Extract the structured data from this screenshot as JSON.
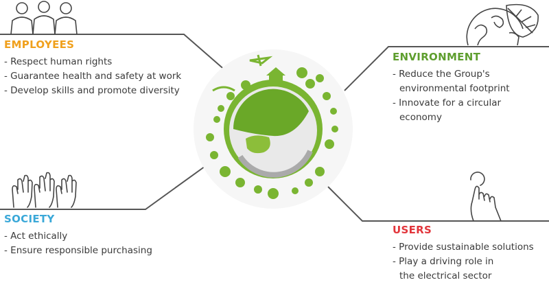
{
  "sections": {
    "employees": {
      "heading": "EMPLOYEES",
      "items": [
        "- Respect human rights",
        "- Guarantee health and safety at work",
        "- Develop skills and promote diversity"
      ]
    },
    "society": {
      "heading": "SOCIETY",
      "items": [
        "- Act ethically",
        "- Ensure responsible purchasing"
      ]
    },
    "environment": {
      "heading": "ENVIRONMENT",
      "items": [
        "- Reduce the Group's",
        "environmental footprint",
        "- Innovate for a circular",
        "economy"
      ]
    },
    "users": {
      "heading": "USERS",
      "items": [
        "- Provide sustainable solutions",
        "- Play a driving role in",
        "the electrical sector"
      ]
    }
  },
  "colors": {
    "employees": "#f0a01c",
    "society": "#3aa8d8",
    "environment": "#5e9e2e",
    "users": "#e2353b",
    "line": "#555555",
    "globe_green": "#7ab532",
    "icon_stroke": "#444444"
  },
  "icons": [
    "people-group-icon",
    "raised-hands-icon",
    "globe-leaf-icon",
    "touch-hand-icon",
    "earth-globe-illustration"
  ]
}
